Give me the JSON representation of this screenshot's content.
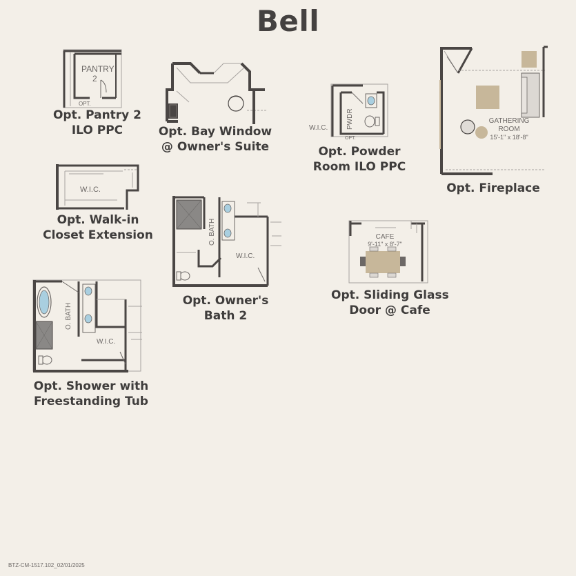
{
  "title": "Bell",
  "footer": "BTZ-CM-1517.102_02/01/2025",
  "colors": {
    "wall": "#4a4644",
    "background": "#f3efe8",
    "fixture_blue": "#a9cfe0",
    "furniture_tan": "#c7b79a"
  },
  "options": [
    {
      "id": "pantry",
      "lines": [
        "Opt. Pantry 2",
        "ILO PPC"
      ],
      "labels": {
        "room": "PANTRY",
        "number": "2",
        "note": "OPT."
      }
    },
    {
      "id": "bay-window",
      "lines": [
        "Opt. Bay Window",
        "@ Owner's Suite"
      ]
    },
    {
      "id": "powder",
      "lines": [
        "Opt. Powder",
        "Room ILO PPC"
      ],
      "labels": {
        "room": "PWDR",
        "wic": "W.I.C.",
        "note": "OPT."
      }
    },
    {
      "id": "fireplace",
      "lines": [
        "Opt. Fireplace"
      ],
      "labels": {
        "room_line1": "GATHERING",
        "room_line2": "ROOM",
        "dims": "15'-1\" x 18'-8\""
      }
    },
    {
      "id": "walkin",
      "lines": [
        "Opt. Walk-in",
        "Closet Extension"
      ],
      "labels": {
        "room": "W.I.C."
      }
    },
    {
      "id": "owners-bath",
      "lines": [
        "Opt. Owner's",
        "Bath 2"
      ],
      "labels": {
        "bath": "O. BATH",
        "wic": "W.I.C."
      }
    },
    {
      "id": "sliding-door",
      "lines": [
        "Opt. Sliding Glass",
        "Door @ Cafe"
      ],
      "labels": {
        "room": "CAFE",
        "dims": "9'-11\" x 8'-7\""
      }
    },
    {
      "id": "shower-tub",
      "lines": [
        "Opt. Shower with",
        "Freestanding Tub"
      ],
      "labels": {
        "bath": "O. BATH",
        "wic": "W.I.C."
      }
    }
  ]
}
